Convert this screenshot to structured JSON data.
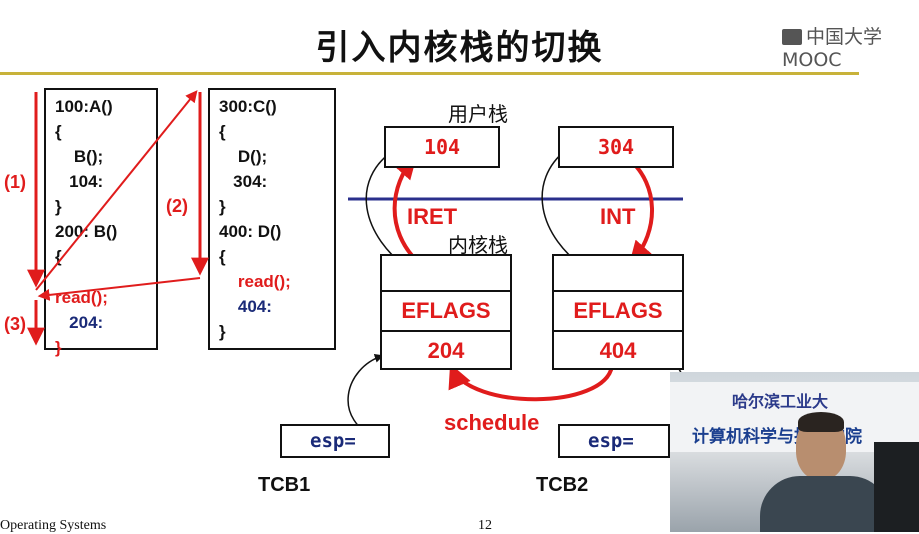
{
  "slide": {
    "title": "引入内核栈的切换",
    "logo": "中国大学MOOC",
    "footer_left": "Operating Systems",
    "page_number": "12"
  },
  "program": {
    "left_code": [
      "100:A()",
      "{",
      "    B();",
      "   104:",
      "}",
      "200: B()",
      "{"
    ],
    "left_code_red": "read();",
    "left_code_blue": "   204:",
    "left_brace": "}",
    "right_code": [
      "300:C()",
      "{",
      "    D();",
      "   304:",
      "}",
      "400: D()",
      "{"
    ],
    "right_code_red": "    read();",
    "right_code_blue": "    404:",
    "right_brace": "}",
    "steps": [
      "(1)",
      "(2)",
      "(3)"
    ]
  },
  "stacks": {
    "user_stack_label": "用户栈",
    "kernel_stack_label": "内核栈",
    "user_left": "104",
    "user_right": "304",
    "iret_label": "IRET",
    "int_label": "INT",
    "kernel_left": [
      "EFLAGS",
      "204"
    ],
    "kernel_right": [
      "EFLAGS",
      "404"
    ],
    "schedule_label": "schedule",
    "tcb1_esp": "esp=",
    "tcb2_esp": "esp=",
    "tcb1_label": "TCB1",
    "tcb2_label": "TCB2"
  },
  "video": {
    "banner_top": "哈尔滨工业大",
    "banner_bottom": "计算机科学与技术学院"
  },
  "colors": {
    "red": "#e01c1c",
    "blue_line": "#2a2f8c",
    "title_rule": "#c8b23a"
  }
}
